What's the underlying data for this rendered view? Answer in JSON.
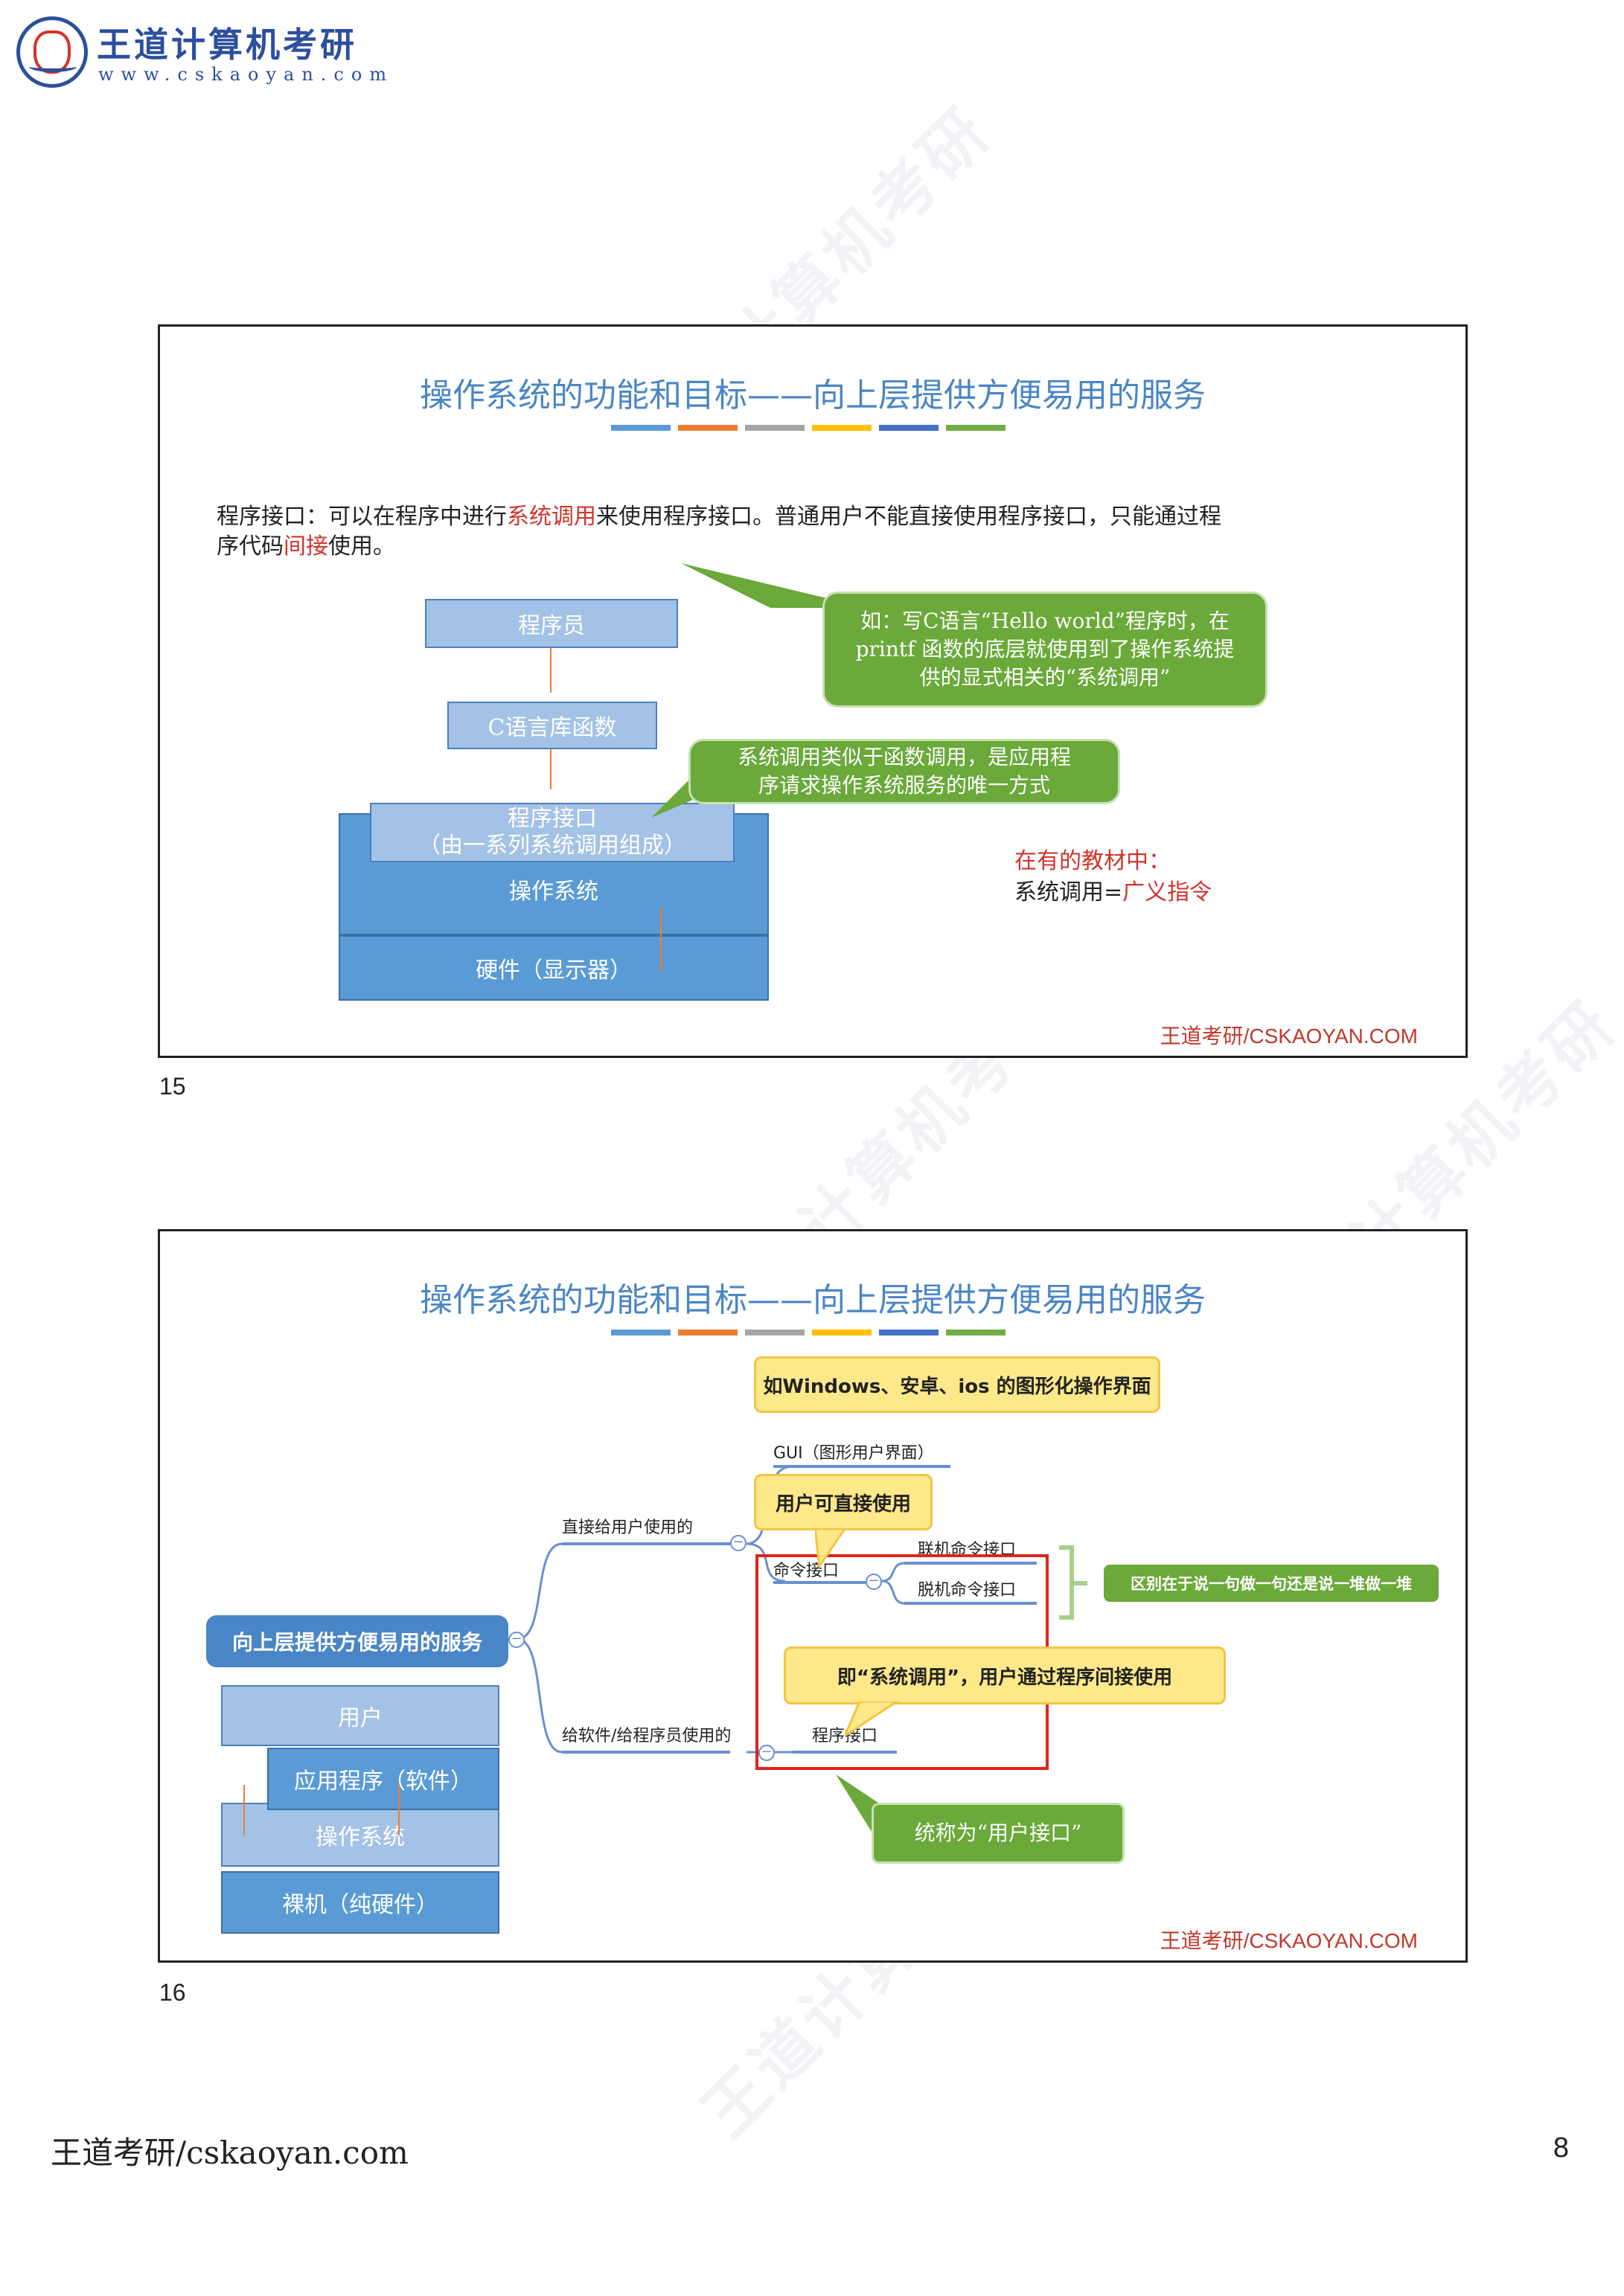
{
  "header": {
    "logo_title": "王道计算机考研",
    "logo_url": "www.cskaoyan.com"
  },
  "slide15": {
    "title": "操作系统的功能和目标——向上层提供方便易用的服务",
    "para_line1_a": "程序接口：可以在程序中进行",
    "para_line1_red": "系统调用",
    "para_line1_b": "来使用程序接口。普通用户不能直接使用程序接口，只能通过程",
    "para_line2_a": "序代码",
    "para_line2_red": "间接",
    "para_line2_b": "使用。",
    "box_programmer": "程序员",
    "box_clib": "C语言库函数",
    "box_api_line1": "程序接口",
    "box_api_line2": "（由一系列系统调用组成）",
    "box_os": "操作系统",
    "box_hw": "硬件（显示器）",
    "bubble1_line1": "如：写C语言“Hello world”程序时，在",
    "bubble1_line2": "printf 函数的底层就使用到了操作系统提",
    "bubble1_line3": "供的显式相关的“系统调用”",
    "bubble2_line1": "系统调用类似于函数调用，是应用程",
    "bubble2_line2": "序请求操作系统服务的唯一方式",
    "note_line1": "在有的教材中：",
    "note_line2_a": "系统调用=",
    "note_line2_red": "广义指令",
    "footer": "王道考研/CSKAOYAN.COM",
    "number": "15"
  },
  "slide16": {
    "title": "操作系统的功能和目标——向上层提供方便易用的服务",
    "root": "向上层提供方便易用的服务",
    "branch_direct": "直接给用户使用的",
    "branch_program": "给软件/给程序员使用的",
    "gui": "GUI（图形用户界面）",
    "cmd": "命令接口",
    "online_cmd": "联机命令接口",
    "offline_cmd": "脱机命令接口",
    "api": "程序接口",
    "yellow1": "如Windows、安卓、ios 的图形化操作界面",
    "yellow2": "用户可直接使用",
    "yellow3": "即“系统调用”，用户通过程序间接使用",
    "green_diff": "区别在于说一句做一句还是说一堆做一堆",
    "green_user_if": "统称为“用户接口”",
    "stack_user": "用户",
    "stack_app": "应用程序（软件）",
    "stack_os": "操作系统",
    "stack_hw": "裸机（纯硬件）",
    "footer": "王道考研/CSKAOYAN.COM",
    "number": "16"
  },
  "page_footer": {
    "left": "王道考研/cskaoyan.com",
    "right": "8"
  },
  "watermark": "王道计算机考研",
  "colors": {
    "title_blue": "#4a86c5",
    "bars": [
      "#5b9bd5",
      "#ed7d31",
      "#a5a5a5",
      "#ffc000",
      "#4472c4",
      "#70ad47"
    ]
  }
}
